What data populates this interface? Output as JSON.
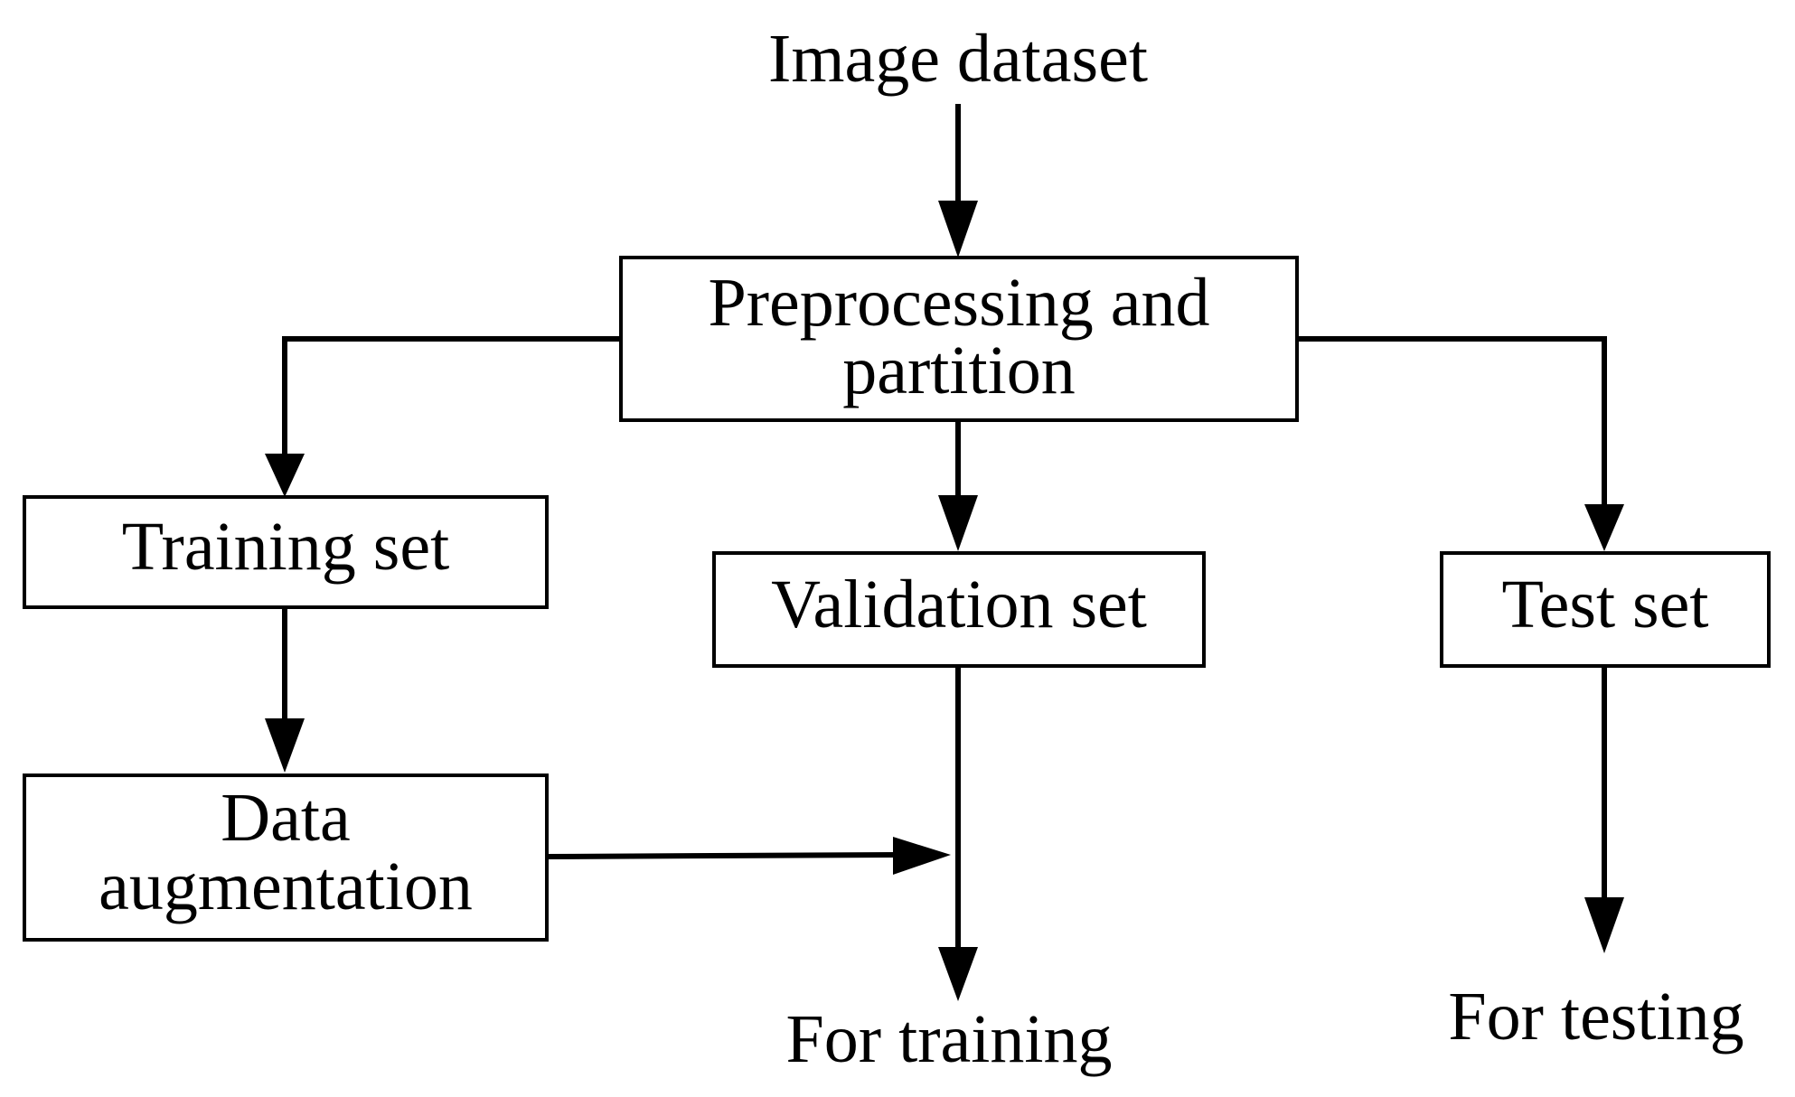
{
  "diagram": {
    "input_label": "Image dataset",
    "preprocess": {
      "line1": "Preprocessing and",
      "line2": "partition"
    },
    "training_set": "Training set",
    "validation_set": "Validation set",
    "test_set": "Test set",
    "augmentation": {
      "line1": "Data",
      "line2": "augmentation"
    },
    "for_training": "For training",
    "for_testing": "For testing"
  },
  "colors": {
    "stroke": "#000000",
    "background": "#ffffff"
  }
}
